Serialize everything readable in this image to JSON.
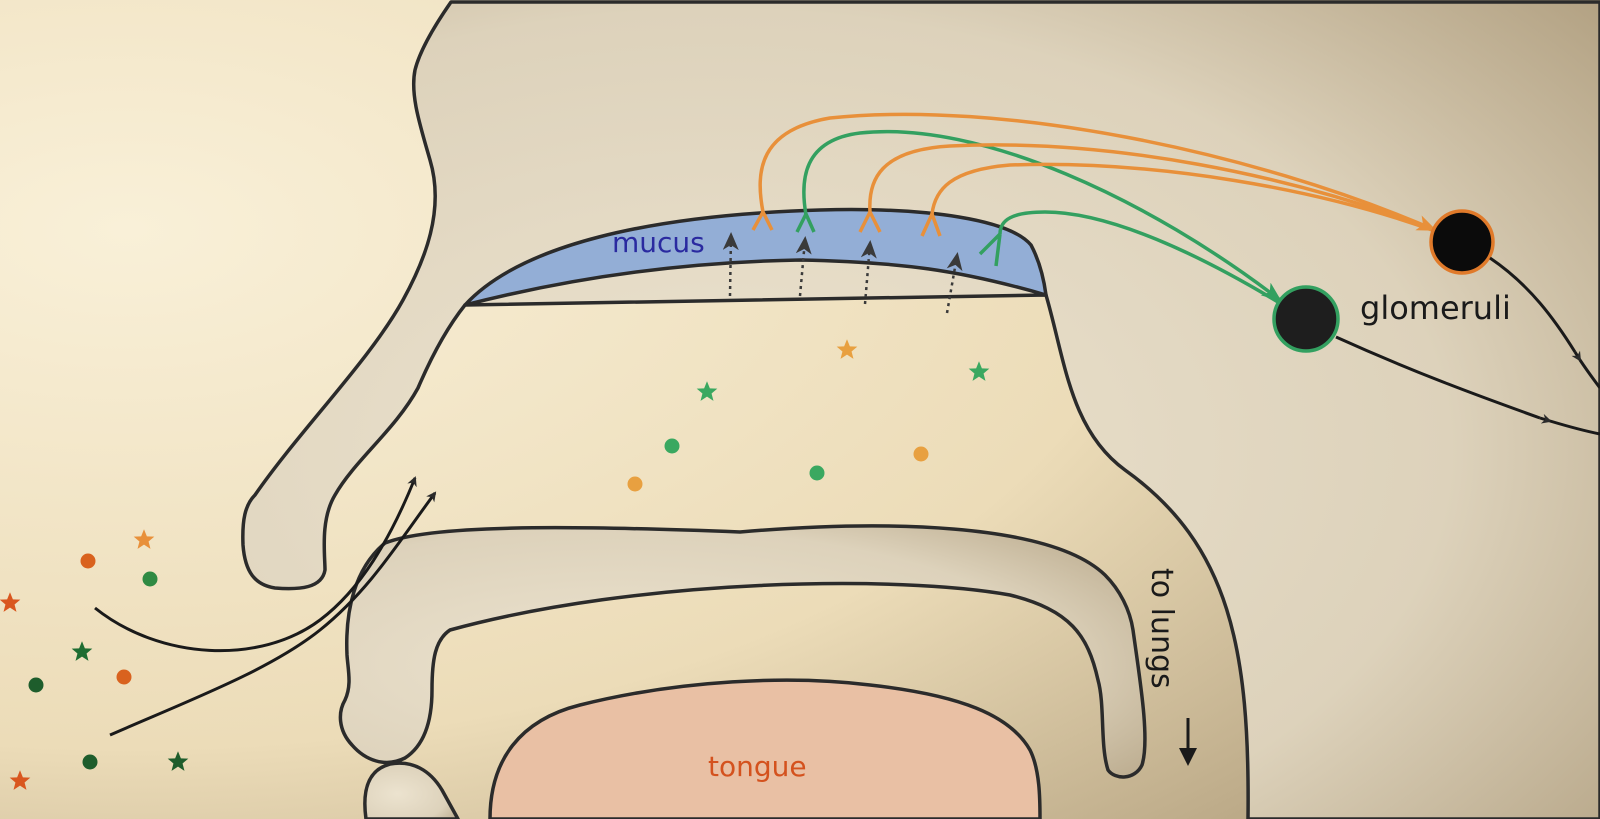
{
  "labels": {
    "mucus": "mucus",
    "glomeruli": "glomeruli",
    "to_lungs": "to lungs",
    "tongue": "tongue"
  },
  "colors": {
    "background_light": "#f8eed5",
    "background_dark": "#a89574",
    "tissue": "#e3d9c3",
    "airway": "#f8efd9",
    "mucus": "#93aed6",
    "mucus_label": "#2a2aa0",
    "tongue": "#e9c0a4",
    "tongue_label": "#d4521e",
    "orange": "#e8903a",
    "green": "#33a060",
    "dark_green": "#1e5d2c",
    "red_orange": "#d9561e",
    "glomerulus_fill": "#111111",
    "outline": "#2b2b2b"
  },
  "icons": {
    "odorant_star": "star-icon",
    "odorant_dot": "dot-icon",
    "receptor": "fork-icon"
  }
}
